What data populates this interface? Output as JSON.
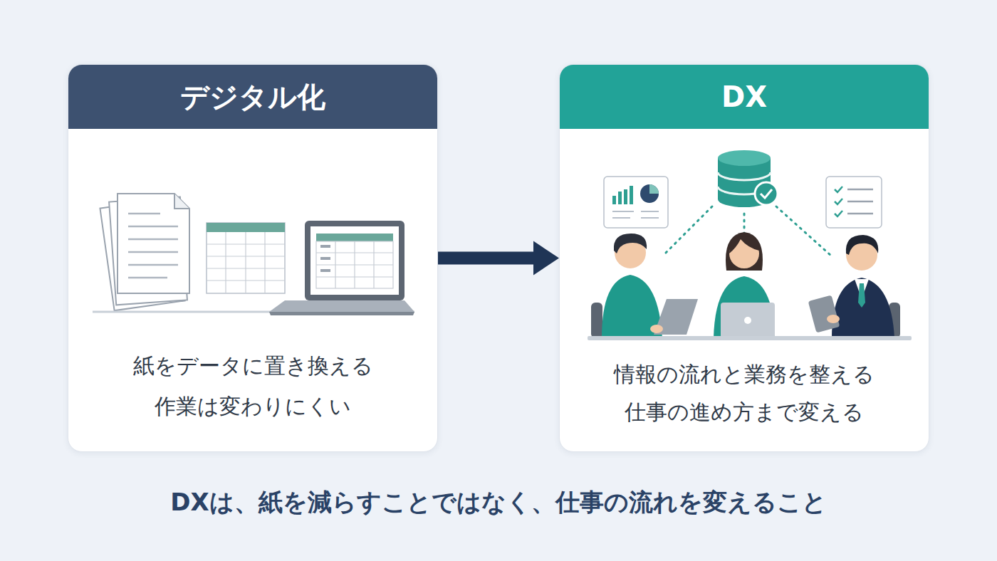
{
  "diagram": {
    "caption": "DXは、紙を減らすことではなく、仕事の流れを変えること",
    "nodes": [
      {
        "text": [
          "デジタル化",
          "紙をデータに置き換える",
          "作業は変わりにくい"
        ]
      },
      {
        "text": [
          "DX",
          "情報の流れと業務を整える",
          "仕事の進め方まで変える"
        ]
      }
    ],
    "edges": [
      {
        "from": 0,
        "to": 1,
        "arrow": "to"
      }
    ]
  }
}
